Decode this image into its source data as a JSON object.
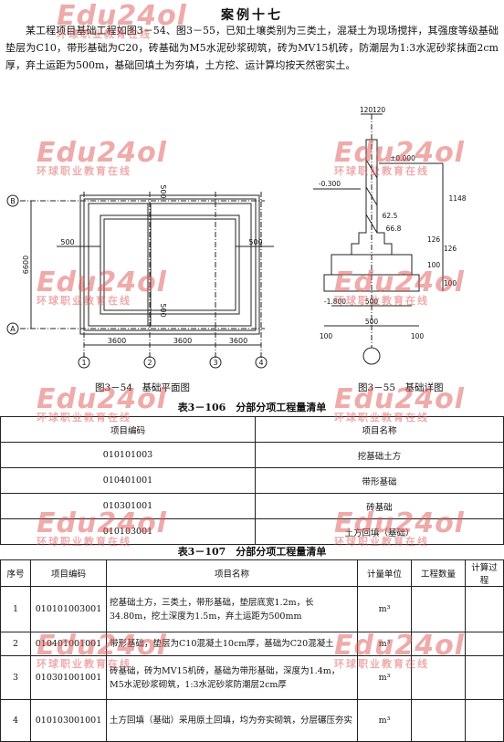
{
  "page": {
    "title": "案例十七",
    "paragraph": "某工程项目基础工程如图3－54、图3－55，已知土壤类别为三类土，混凝土为现场搅拌，其强度等级基础垫层为C10，带形基础为C20，砖基础为M5水泥砂浆砌筑，砖为MV15机砖，防潮层为1:3水泥砂浆抹面2cm厚，弃土运距为500m，基础回填土为夯填，土方挖、运计算均按天然密实土。"
  },
  "figure1": {
    "caption": "图3－54　基础平面图",
    "axis_rows": [
      "B",
      "A"
    ],
    "axis_cols": [
      "1",
      "2",
      "3",
      "4"
    ],
    "dim_bottom": [
      "3600",
      "3600",
      "3600"
    ],
    "dim_left": "6600",
    "dim_500": "500"
  },
  "figure2": {
    "caption": "图3－55　基础详图",
    "top_dims": [
      "120",
      "120"
    ],
    "elev_top": "±0.000",
    "elev_ground": "-0.300",
    "elev_bottom": "-1.800",
    "right_dims": [
      "1148",
      "126",
      "126",
      "100",
      "100"
    ],
    "step_labels": [
      "62.5",
      "66.8"
    ],
    "bottom_dims": [
      "500",
      "100",
      "100"
    ],
    "slab_width": "500"
  },
  "table1": {
    "caption": "表3－106　分部分项工程量清单",
    "headers": [
      "项目编码",
      "项目名称"
    ],
    "rows": [
      [
        "010101003",
        "挖基础土方"
      ],
      [
        "010401001",
        "带形基础"
      ],
      [
        "010301001",
        "砖基础"
      ],
      [
        "010103001",
        "土方回填（基础）"
      ]
    ]
  },
  "table2": {
    "caption": "表3－107　分部分项工程量清单",
    "headers": [
      "序号",
      "项目编码",
      "项目名称",
      "计量单位",
      "工程数量",
      "计算过程"
    ],
    "rows": [
      [
        "1",
        "010101003001",
        "挖基础土方，三类土，带形基础，垫层底宽1.2m，长34.80m，挖土深度为1.5m，弃土运距为500mm",
        "m³",
        "",
        ""
      ],
      [
        "2",
        "010401001001",
        "带形基础，垫层为C10混凝土10cm厚，基础为C20混凝土",
        "m³",
        "",
        ""
      ],
      [
        "3",
        "010301001001",
        "砖基础，砖为MV15机砖，基础为带形基础，深度为1.4m，M5水泥砂浆砌筑，1:3水泥砂浆防潮层2cm厚",
        "m³",
        "",
        ""
      ],
      [
        "4",
        "010103001001",
        "土方回填（基础）采用原土回填，均为夯实砌筑，分层碾压夯实",
        "m³",
        "",
        ""
      ]
    ]
  },
  "watermark": {
    "logo": "Edu24ol",
    "text": "环球职业教育在线"
  }
}
